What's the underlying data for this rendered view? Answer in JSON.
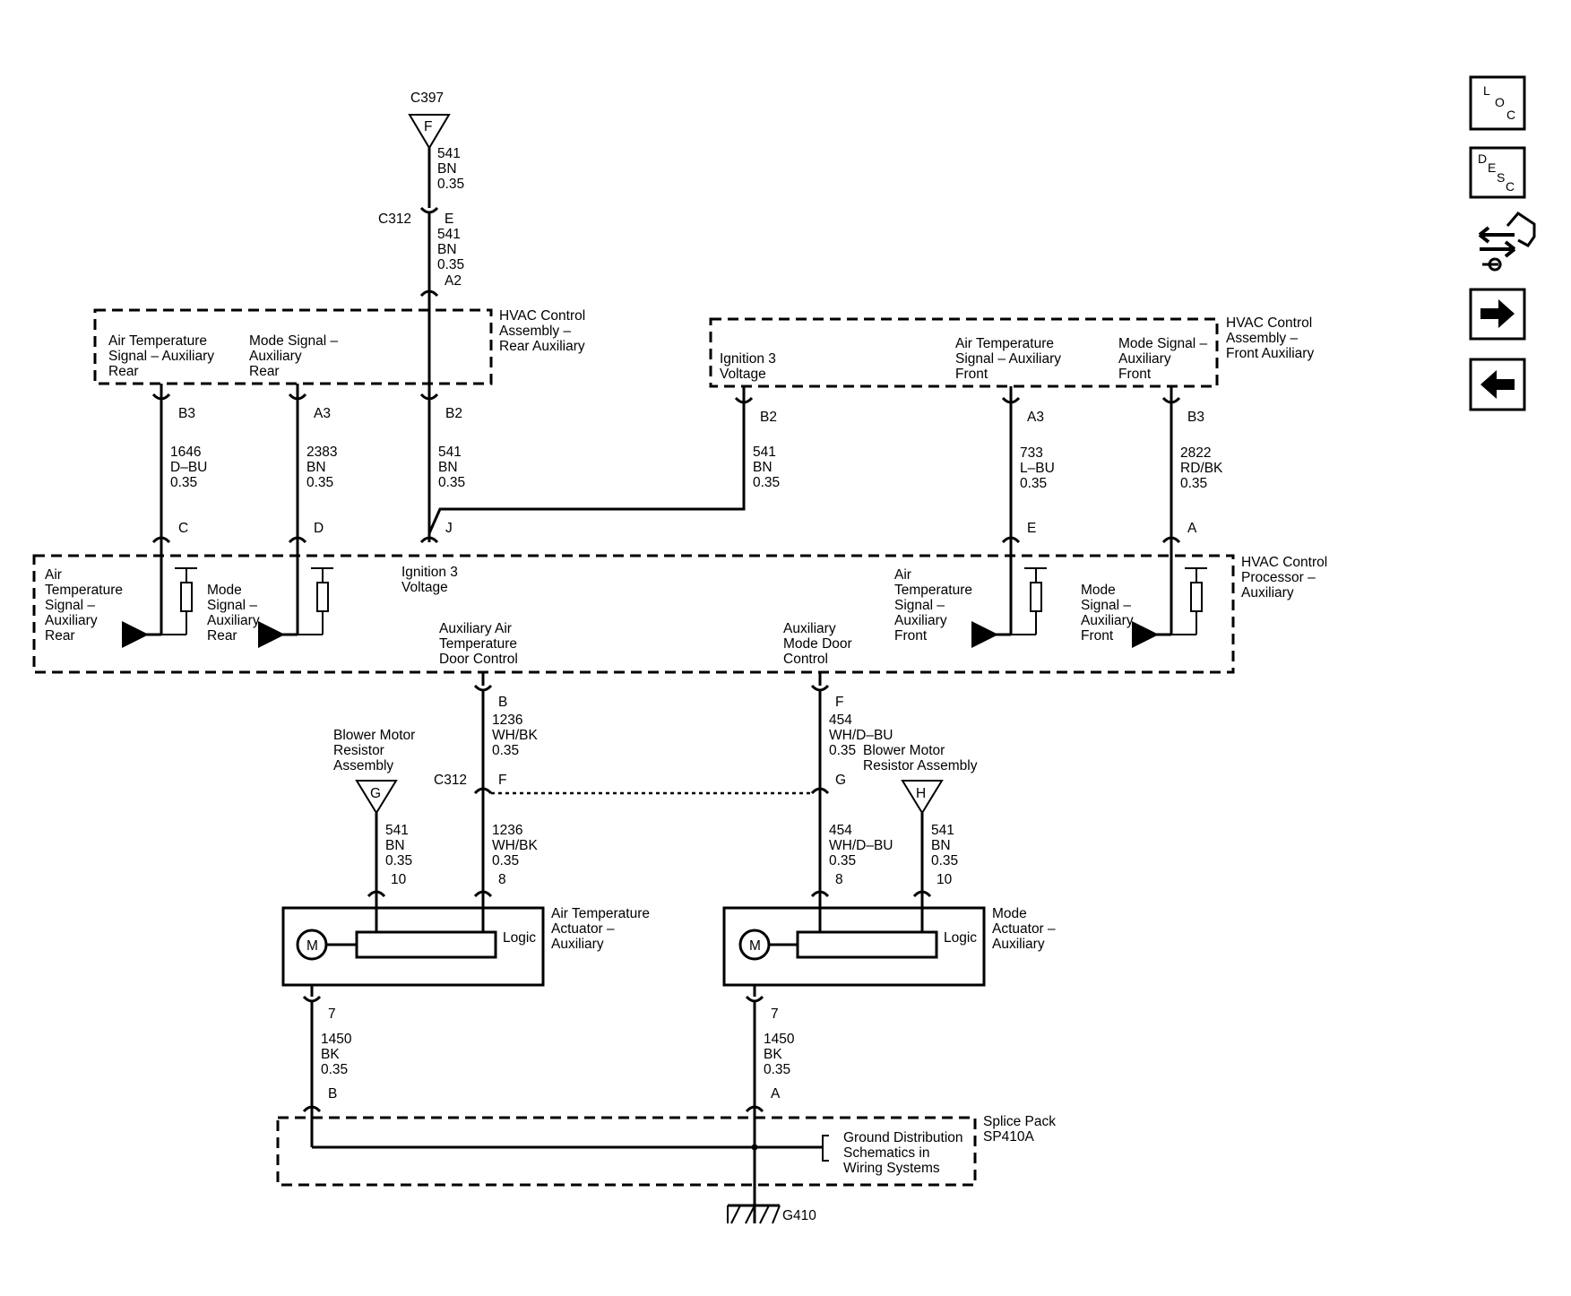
{
  "connectors": {
    "c397": "C397",
    "c397_pin": "F",
    "c312_top": "C312",
    "c312_top_pin_e": "E",
    "c312_top_pin_a2": "A2",
    "c312_bottom": "C312",
    "g410": "G410"
  },
  "wires": {
    "w541": "541",
    "bn": "BN",
    "gauge": "0.35",
    "w1646": "1646",
    "dbu": "D–BU",
    "w2383": "2383",
    "w733": "733",
    "lbu": "L–BU",
    "w2822": "2822",
    "rdbk": "RD/BK",
    "w1236": "1236",
    "whbk": "WH/BK",
    "w454": "454",
    "whdbu": "WH/D–BU",
    "w1450": "1450",
    "bk": "BK"
  },
  "pins": {
    "b3": "B3",
    "a3": "A3",
    "b2": "B2",
    "c": "C",
    "d": "D",
    "j": "J",
    "e": "E",
    "a": "A",
    "b": "B",
    "f": "F",
    "g": "G",
    "p10": "10",
    "p8": "8",
    "p7": "7"
  },
  "rear_assembly": {
    "name": [
      "HVAC Control",
      "Assembly –",
      "Rear Auxiliary"
    ],
    "air_temp": [
      "Air Temperature",
      "Signal – Auxiliary",
      "Rear"
    ],
    "mode": [
      "Mode Signal –",
      "Auxiliary",
      "Rear"
    ]
  },
  "front_assembly": {
    "name": [
      "HVAC Control",
      "Assembly –",
      "Front Auxiliary"
    ],
    "ignition": [
      "Ignition 3",
      "Voltage"
    ],
    "air_temp": [
      "Air Temperature",
      "Signal – Auxiliary",
      "Front"
    ],
    "mode": [
      "Mode Signal –",
      "Auxiliary",
      "Front"
    ]
  },
  "processor": {
    "name": [
      "HVAC Control",
      "Processor –",
      "Auxiliary"
    ],
    "air_temp_rear": [
      "Air",
      "Temperature",
      "Signal –",
      "Auxiliary",
      "Rear"
    ],
    "mode_rear": [
      "Mode",
      "Signal –",
      "Auxiliary",
      "Rear"
    ],
    "ignition": [
      "Ignition 3",
      "Voltage"
    ],
    "air_temp_front": [
      "Air",
      "Temperature",
      "Signal –",
      "Auxiliary",
      "Front"
    ],
    "mode_front": [
      "Mode",
      "Signal –",
      "Auxiliary",
      "Front"
    ],
    "aux_air_door": [
      "Auxiliary Air",
      "Temperature",
      "Door Control"
    ],
    "aux_mode_door": [
      "Auxiliary",
      "Mode Door",
      "Control"
    ]
  },
  "blower_left": {
    "label": [
      "Blower Motor",
      "Resistor",
      "Assembly"
    ],
    "pin": "G"
  },
  "blower_right": {
    "label": [
      "Blower Motor",
      "Resistor Assembly"
    ],
    "pin": "H"
  },
  "air_actuator": {
    "label": [
      "Air Temperature",
      "Actuator –",
      "Auxiliary"
    ],
    "logic": "Logic",
    "motor": "M"
  },
  "mode_actuator": {
    "label": [
      "Mode",
      "Actuator –",
      "Auxiliary"
    ],
    "logic": "Logic",
    "motor": "M"
  },
  "splice": {
    "name": [
      "Splice Pack",
      "SP410A"
    ],
    "ground_ref": [
      "Ground Distribution",
      "Schematics in",
      "Wiring Systems"
    ]
  },
  "nav": {
    "loc": [
      "L",
      "O",
      "C"
    ],
    "desc": [
      "D",
      "E",
      "S",
      "C"
    ],
    "next_icon": "➔",
    "prev_icon": "🡸"
  }
}
